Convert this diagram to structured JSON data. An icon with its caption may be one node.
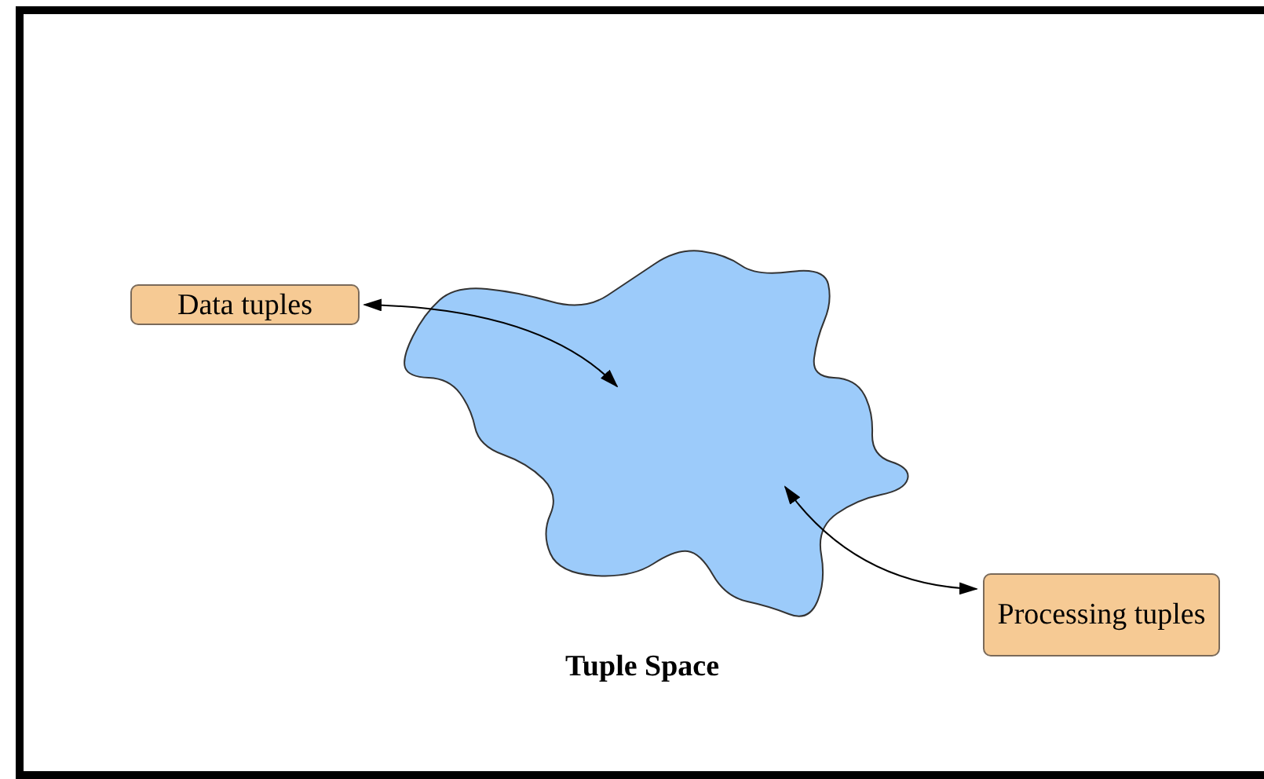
{
  "diagram": {
    "nodes": [
      {
        "text": [
          "Data tuples"
        ]
      },
      {
        "text": [],
        "shape": "cloud",
        "beside": [
          "Tuple Space"
        ]
      },
      {
        "text": [
          "Processing tuples"
        ]
      }
    ],
    "edges": [
      {
        "from": 0,
        "to": 1,
        "arrow": "both"
      },
      {
        "from": 1,
        "to": 2,
        "arrow": "both"
      }
    ]
  }
}
